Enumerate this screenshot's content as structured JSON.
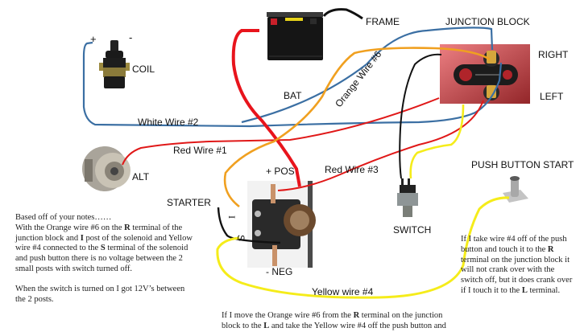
{
  "diagram": {
    "title": "Starter wiring diagram with notes",
    "components": {
      "coil": {
        "label": "COIL",
        "plus": "+",
        "minus": "-"
      },
      "battery": {
        "label": "BAT",
        "ground": "FRAME"
      },
      "junction_block": {
        "label": "JUNCTION BLOCK",
        "right": "RIGHT",
        "left": "LEFT"
      },
      "alternator": {
        "label": "ALT"
      },
      "starter": {
        "label": "STARTER"
      },
      "solenoid": {
        "pos": "+ POS",
        "neg": "- NEG",
        "i_terminal": "I",
        "s_terminal": "S"
      },
      "switch": {
        "label": "SWITCH"
      },
      "push_button": {
        "label": "PUSH BUTTON START"
      }
    },
    "wires": {
      "white2": {
        "label": "White Wire #2",
        "color": "#3b6fa3"
      },
      "red1": {
        "label": "Red Wire #1",
        "color": "#e01818"
      },
      "red3": {
        "label": "Red Wire #3",
        "color": "#e01818"
      },
      "orange6": {
        "label": "Orange Wire #6",
        "color": "#f0a020"
      },
      "yellow4": {
        "label": "Yellow wire #4",
        "color": "#f5ec1a"
      },
      "black": {
        "color": "#111111"
      },
      "battery_red": {
        "color": "#e8141c"
      }
    }
  },
  "notes": {
    "left": {
      "line1": "Based off of your notes……",
      "p1_a": "With the Orange wire #6 on the ",
      "p1_b": "R",
      "p1_c": " terminal of the junction block and ",
      "p1_d": "I",
      "p1_e": " post of the solenoid and Yellow wire #4 connected to the ",
      "p1_f": "S",
      "p1_g": " terminal of the solenoid and push button there is no voltage between the 2 small posts with switch turned off.",
      "p2": "When the switch is turned on I got 12V’s between the 2 posts."
    },
    "right": {
      "a": "If I take wire #4 off of the push button and touch it to the ",
      "b": "R",
      "c": " terminal on the junction block it will not crank over with the switch off, but it does crank over if I touch it to the ",
      "d": "L",
      "e": " terminal."
    },
    "bottom": {
      "a": "If I move the Orange wire #6 from the ",
      "b": "R",
      "c": " terminal on the junction block to the ",
      "d": "L",
      "e": " and take the Yellow wire #4 off the push button and"
    }
  }
}
